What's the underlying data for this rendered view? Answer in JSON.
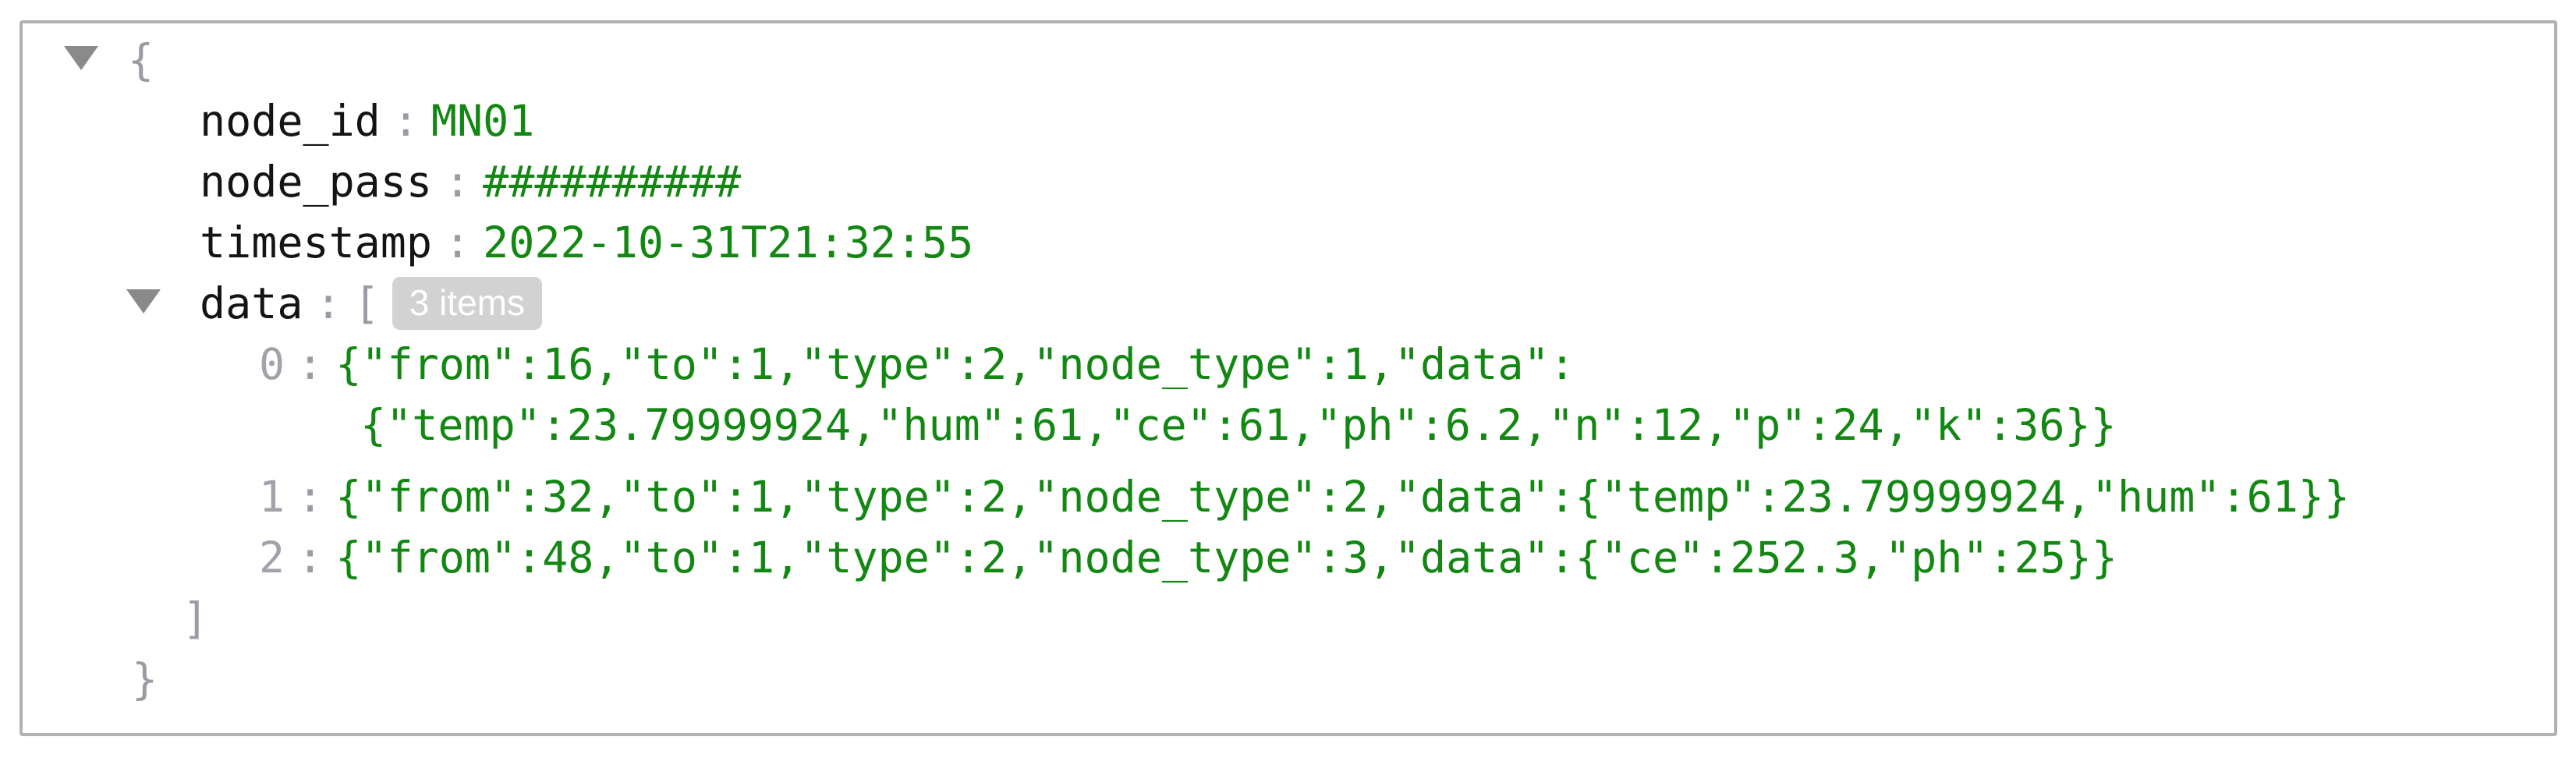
{
  "viewer": {
    "root": {
      "open_brace": "{",
      "close_brace": "}"
    },
    "separator": ":",
    "fields": [
      {
        "key": "node_id",
        "value": "MN01"
      },
      {
        "key": "node_pass",
        "value": "##########"
      },
      {
        "key": "timestamp",
        "value": "2022-10-31T21:32:55"
      }
    ],
    "array_field": {
      "key": "data",
      "open_bracket": "[",
      "badge": "3 items",
      "close_bracket": "]",
      "items": [
        {
          "index": "0",
          "value_line1": "{\"from\":16,\"to\":1,\"type\":2,\"node_type\":1,\"data\":",
          "value_line2": "{\"temp\":23.79999924,\"hum\":61,\"ce\":61,\"ph\":6.2,\"n\":12,\"p\":24,\"k\":36}}"
        },
        {
          "index": "1",
          "value": "{\"from\":32,\"to\":1,\"type\":2,\"node_type\":2,\"data\":{\"temp\":23.79999924,\"hum\":61}}"
        },
        {
          "index": "2",
          "value": "{\"from\":48,\"to\":1,\"type\":2,\"node_type\":3,\"data\":{\"ce\":252.3,\"ph\":25}}"
        }
      ]
    },
    "colors": {
      "key_text": "#141414",
      "value_text": "#128712",
      "punctuation": "#9b9ba4",
      "badge_background": "#d2d2d2",
      "badge_text": "#ffffff",
      "panel_border": "#b1b1b1",
      "triangle": "#8a8a8a"
    }
  }
}
